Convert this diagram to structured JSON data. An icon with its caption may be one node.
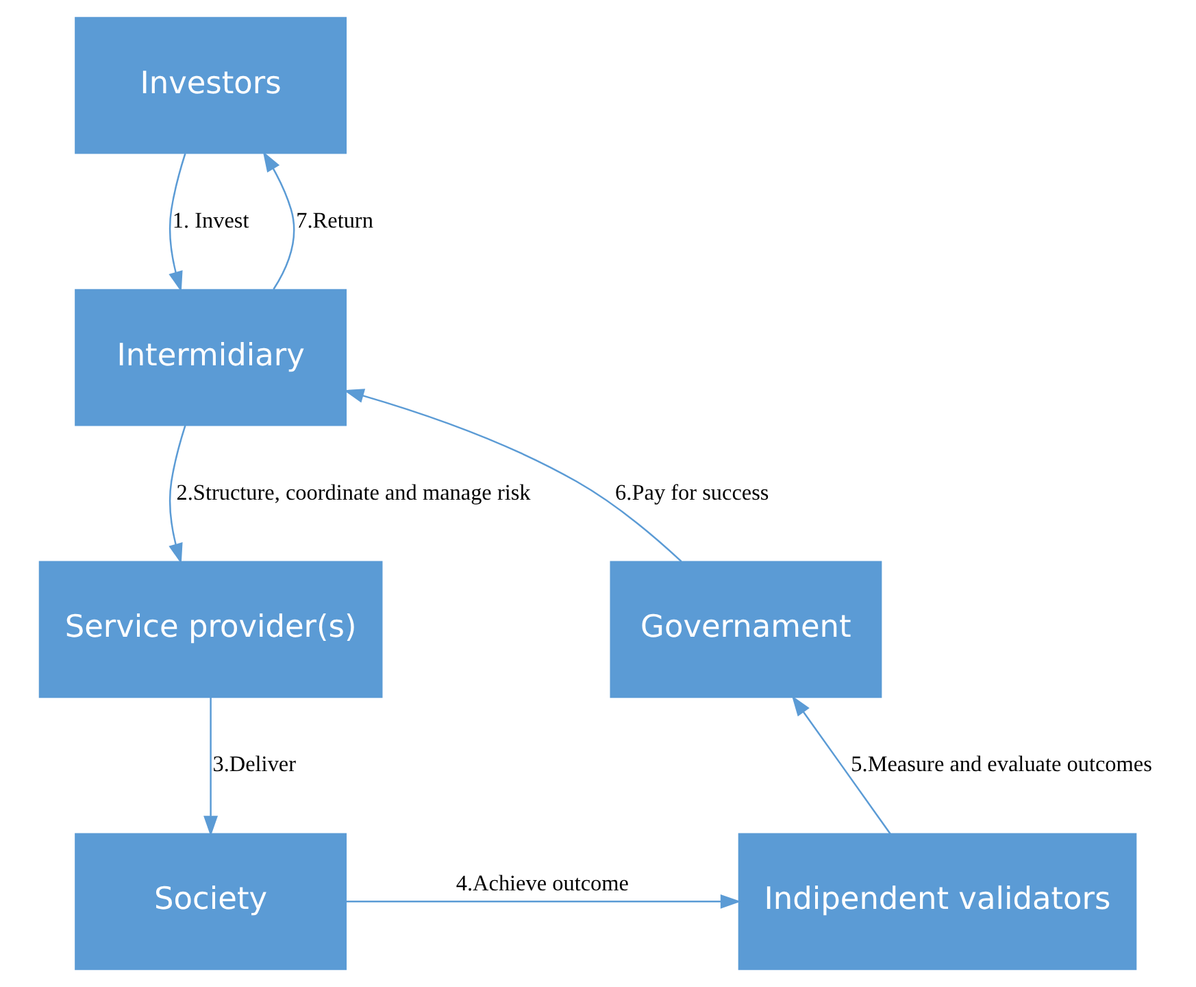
{
  "diagram": {
    "nodes": [
      {
        "text": [
          "Investors"
        ]
      },
      {
        "text": [
          "Intermidiary"
        ]
      },
      {
        "text": [
          "Service provider(s)"
        ]
      },
      {
        "text": [
          "Society"
        ]
      },
      {
        "text": [
          "Indipendent validators"
        ]
      },
      {
        "text": [
          "Governament"
        ]
      }
    ],
    "edges": [
      {
        "from": 0,
        "to": 1,
        "arrow": "to",
        "label": "1. Invest"
      },
      {
        "from": 1,
        "to": 2,
        "arrow": "to",
        "label": "2.Structure, coordinate and manage risk"
      },
      {
        "from": 2,
        "to": 3,
        "arrow": "to",
        "label": "3.Deliver"
      },
      {
        "from": 3,
        "to": 4,
        "arrow": "to",
        "label": "4.Achieve outcome"
      },
      {
        "from": 4,
        "to": 5,
        "arrow": "to",
        "label": "5.Measure and evaluate outcomes"
      },
      {
        "from": 5,
        "to": 1,
        "arrow": "to",
        "label": "6.Pay for success"
      },
      {
        "from": 1,
        "to": 0,
        "arrow": "to",
        "label": "7.Return"
      }
    ]
  }
}
